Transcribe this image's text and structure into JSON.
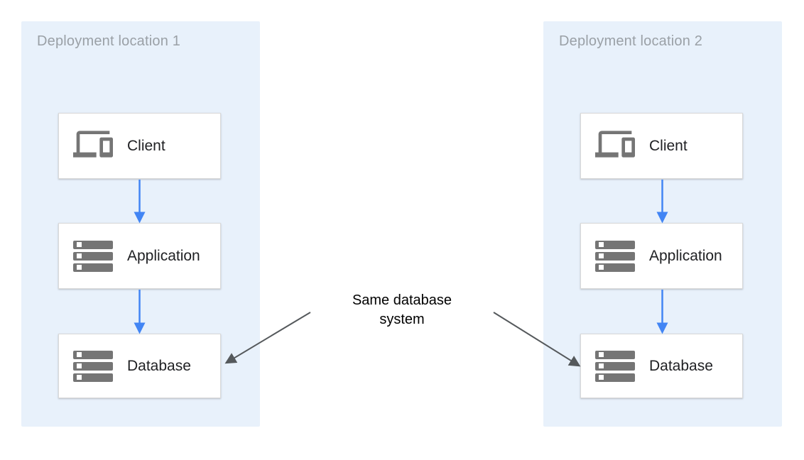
{
  "colors": {
    "panel_bg": "#E8F1FB",
    "panel_label_text": "#9AA0A6",
    "node_border": "#D9D9D9",
    "node_text": "#202124",
    "icon_gray": "#757575",
    "flow_arrow_blue": "#4285F4",
    "annotation_arrow_gray": "#55595C",
    "annotation_text": "#000000"
  },
  "panels": [
    {
      "label": "Deployment location 1",
      "nodes": [
        {
          "label": "Client",
          "icon": "devices-icon"
        },
        {
          "label": "Application",
          "icon": "storage-icon"
        },
        {
          "label": "Database",
          "icon": "storage-icon"
        }
      ]
    },
    {
      "label": "Deployment location 2",
      "nodes": [
        {
          "label": "Client",
          "icon": "devices-icon"
        },
        {
          "label": "Application",
          "icon": "storage-icon"
        },
        {
          "label": "Database",
          "icon": "storage-icon"
        }
      ]
    }
  ],
  "annotation": {
    "line1": "Same database",
    "line2": "system"
  }
}
